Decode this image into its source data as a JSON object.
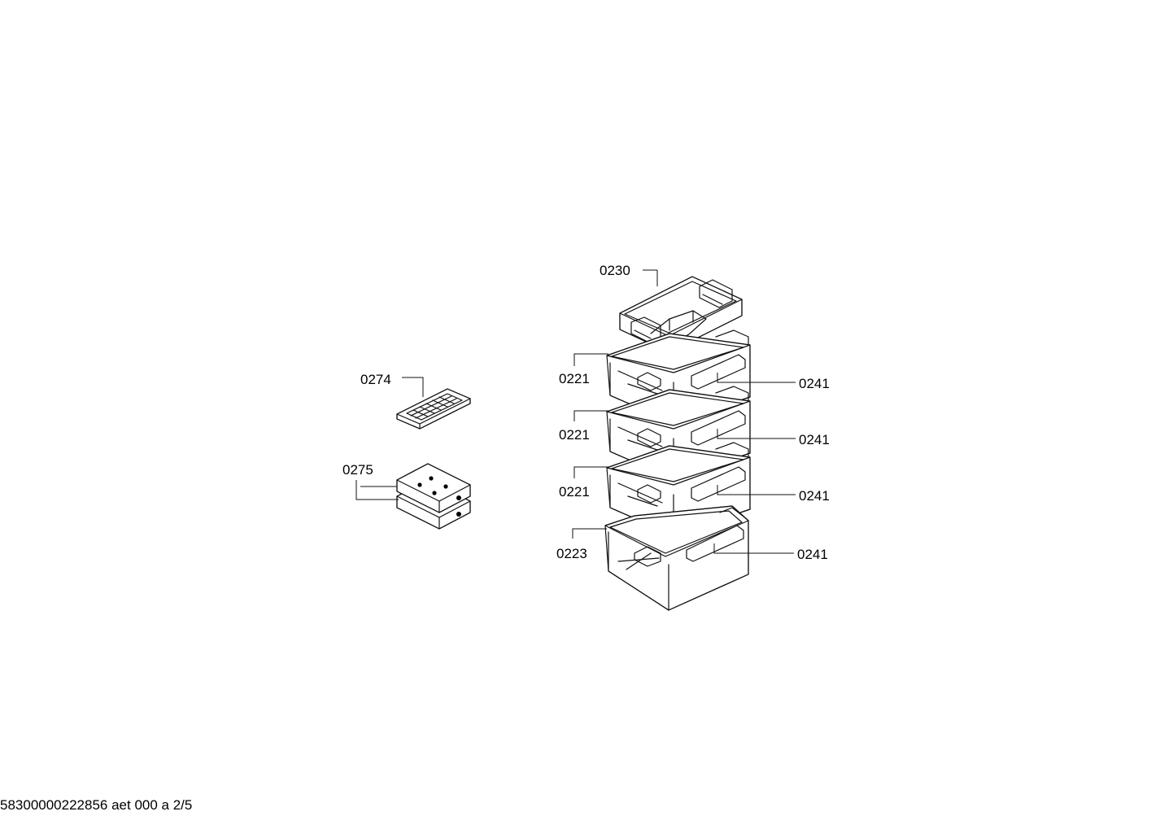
{
  "callouts": {
    "p0230": "0230",
    "p0221_top": "0221",
    "p0221_mid": "0221",
    "p0221_low": "0221",
    "p0223": "0223",
    "p0241_1": "0241",
    "p0241_2": "0241",
    "p0241_3": "0241",
    "p0241_4": "0241",
    "p0274": "0274",
    "p0275": "0275"
  },
  "footer": {
    "doc_id": "58300000222856 aet 000 a 2/5"
  }
}
